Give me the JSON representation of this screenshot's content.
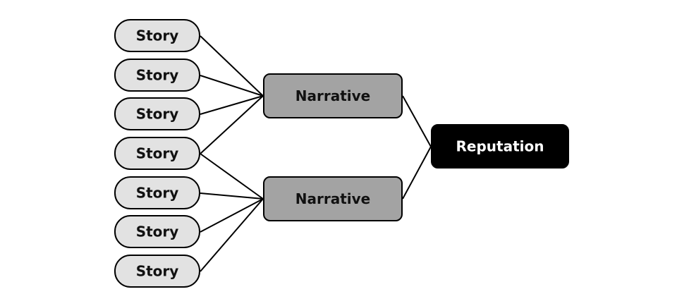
{
  "stories": [
    "Story",
    "Story",
    "Story",
    "Story",
    "Story",
    "Story",
    "Story"
  ],
  "narratives": [
    "Narrative",
    "Narrative"
  ],
  "reputation": "Reputation",
  "links": {
    "story_to_narrative": [
      [
        0,
        0
      ],
      [
        1,
        0
      ],
      [
        2,
        0
      ],
      [
        3,
        0
      ],
      [
        3,
        1
      ],
      [
        4,
        1
      ],
      [
        5,
        1
      ],
      [
        6,
        1
      ]
    ],
    "narrative_to_reputation": [
      0,
      1
    ]
  },
  "colors": {
    "story_fill": "#e2e2e2",
    "narrative_fill": "#a3a3a3",
    "reputation_fill": "#000000",
    "stroke": "#000000",
    "dark_text": "#111111",
    "light_text": "#ffffff"
  }
}
